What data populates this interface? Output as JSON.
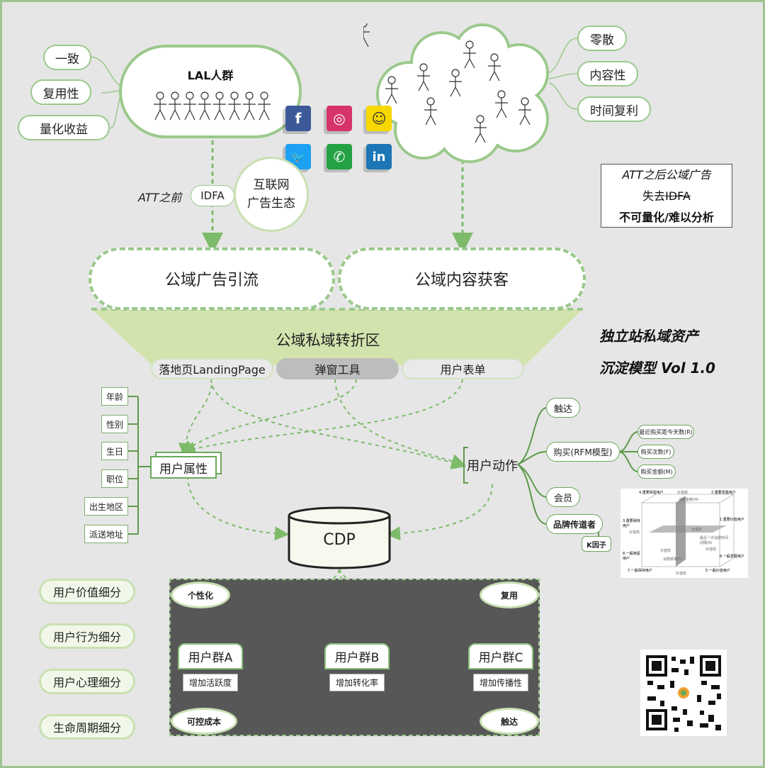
{
  "left_tags": [
    "一致",
    "复用性",
    "量化收益"
  ],
  "lal_title": "LAL人群",
  "right_tags": [
    "零散",
    "内容性",
    "时间复利"
  ],
  "social": {
    "facebook": "f",
    "instagram": "◎",
    "snapchat": "☺",
    "twitter": "🐦",
    "whatsapp": "✆",
    "linkedin": "in"
  },
  "att_before": "ATT之前",
  "idfa": "IDFA",
  "internet_eco": "互联网\n广告生态",
  "att_note": {
    "line1": "ATT之后公域广告",
    "line2_prefix": "失去",
    "line2_strike": "IDFA",
    "line3": "不可量化/难以分析"
  },
  "public_ad": "公域广告引流",
  "public_content": "公域内容获客",
  "funnel_title": "公域私域转折区",
  "tabs": [
    "落地页LandingPage",
    "弹窗工具",
    "用户表单"
  ],
  "model_title_1": "独立站私域资产",
  "model_title_2": "沉淀模型 Vol 1.0",
  "attributes": [
    "年龄",
    "性别",
    "生日",
    "职位",
    "出生地区",
    "派送地址"
  ],
  "user_attr": "用户属性",
  "user_action": "用户动作",
  "actions": [
    "触达",
    "购买(RFM模型)",
    "会员",
    "品牌传道者"
  ],
  "rfm": [
    "最近购买距今天数(R)",
    "购买次数(F)",
    "购买金额(M)"
  ],
  "k_factor": "K因子",
  "cdp": "CDP",
  "segments": [
    "用户价值细分",
    "用户行为细分",
    "用户心理细分",
    "生命周期细分"
  ],
  "corners": [
    "个性化",
    "复用",
    "可控成本",
    "触达"
  ],
  "groups": [
    {
      "name": "用户群A",
      "desc": "增加活跃度"
    },
    {
      "name": "用户群B",
      "desc": "增加转化率"
    },
    {
      "name": "用户群C",
      "desc": "增加传播性"
    }
  ],
  "rfm_cube": {
    "labels": [
      "4.重要保留用户",
      "2.重要发展用户",
      "3.重要保持用户",
      "1.重要价值用户",
      "8.一般挽留用户",
      "6.一般发展用户",
      "7.一般保持用户",
      "5.一般价值用户"
    ],
    "axis": [
      "价值高",
      "消费金额(M)",
      "价值低",
      "价值高",
      "最近一次消费时间间隔(R)",
      "价值低",
      "价值高",
      "消费频率(F)",
      "价值低"
    ]
  },
  "colors": {
    "green_border": "#9bc98c",
    "funnel": "#d3e3ad",
    "dark_panel": "#575757",
    "facebook": "#3b5998",
    "instagram": "#d6336c",
    "snapchat": "#f7d800",
    "twitter": "#1da1f2",
    "whatsapp": "#25a244",
    "linkedin": "#1c75b5"
  }
}
